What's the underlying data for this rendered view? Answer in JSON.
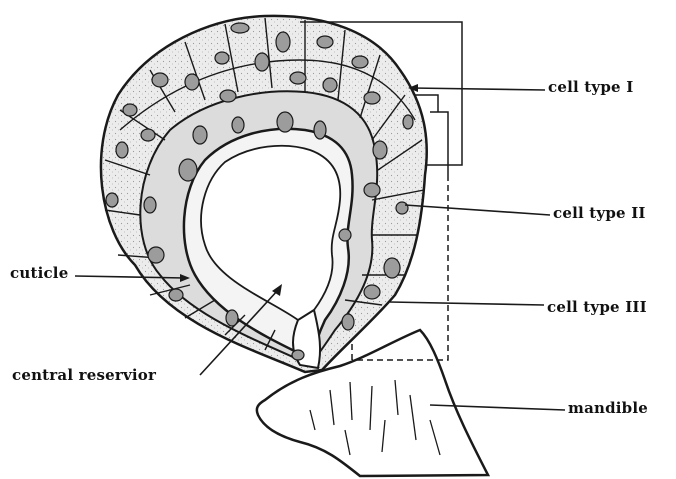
{
  "figure": {
    "labels": {
      "cell_type_1": "cell type I",
      "cell_type_2": "cell type II",
      "cell_type_3": "cell type III",
      "mandible": "mandible",
      "cuticle": "cuticle",
      "central_reservoir": "central reservior"
    },
    "colors": {
      "ink": "#1a1a1a",
      "cell_fill": "#e9e9e9",
      "cuticle_fill": "#ffffff",
      "background": "#ffffff"
    }
  }
}
